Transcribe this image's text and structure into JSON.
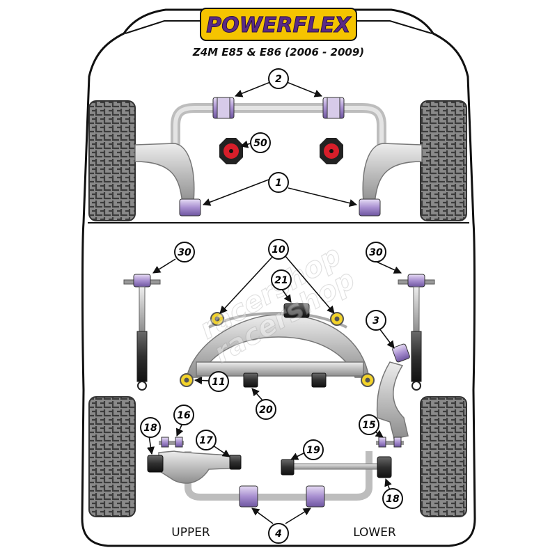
{
  "brand": {
    "name": "POWERFLEX",
    "accent": "#f5c400",
    "brand_text": "#5b2a86"
  },
  "subtitle": "Z4M E85 & E86 (2006 - 2009)",
  "watermark": "racershop",
  "colors": {
    "bush_purple": "#b9a6d8",
    "bush_red": "#d81e2a",
    "bush_yellow": "#f3d32a",
    "frame": "#c8c8c8",
    "tyre": "#7d7d7d"
  },
  "callouts": {
    "n1": "1",
    "n2": "2",
    "n3": "3",
    "n4": "4",
    "n10": "10",
    "n11": "11",
    "n15": "15",
    "n16": "16",
    "n17": "17",
    "n18a": "18",
    "n18b": "18",
    "n19": "19",
    "n20": "20",
    "n21": "21",
    "n30a": "30",
    "n30b": "30",
    "n50": "50"
  },
  "labels": {
    "upper": "UPPER",
    "lower": "LOWER"
  }
}
